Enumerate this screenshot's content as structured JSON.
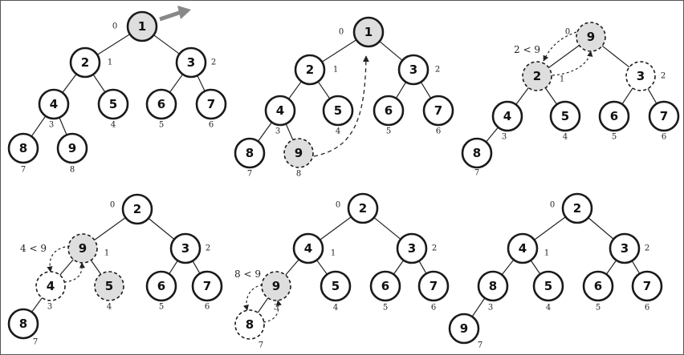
{
  "heaps": [
    {
      "values": [
        "1",
        "2",
        "3",
        "4",
        "5",
        "6",
        "7",
        "8",
        "9"
      ],
      "indices": [
        "0",
        "1",
        "2",
        "3",
        "4",
        "5",
        "6",
        "7",
        "8"
      ],
      "comparison": ""
    },
    {
      "values": [
        "1",
        "2",
        "3",
        "4",
        "5",
        "6",
        "7",
        "8",
        "9"
      ],
      "indices": [
        "0",
        "1",
        "2",
        "3",
        "4",
        "5",
        "6",
        "7",
        "8"
      ],
      "comparison": ""
    },
    {
      "values": [
        "9",
        "2",
        "3",
        "4",
        "5",
        "6",
        "7",
        "8"
      ],
      "indices": [
        "0",
        "1",
        "2",
        "3",
        "4",
        "5",
        "6",
        "7"
      ],
      "comparison": "2 < 9"
    },
    {
      "values": [
        "2",
        "9",
        "3",
        "4",
        "5",
        "6",
        "7",
        "8"
      ],
      "indices": [
        "0",
        "1",
        "2",
        "3",
        "4",
        "5",
        "6",
        "7"
      ],
      "comparison": "4 < 9"
    },
    {
      "values": [
        "2",
        "4",
        "3",
        "9",
        "5",
        "6",
        "7",
        "8"
      ],
      "indices": [
        "0",
        "1",
        "2",
        "3",
        "4",
        "5",
        "6",
        "7"
      ],
      "comparison": "8 < 9"
    },
    {
      "values": [
        "2",
        "4",
        "3",
        "8",
        "5",
        "6",
        "7",
        "9"
      ],
      "indices": [
        "0",
        "1",
        "2",
        "3",
        "4",
        "5",
        "6",
        "7"
      ],
      "comparison": ""
    }
  ],
  "colors": {
    "highlight": "#dedede",
    "arrow": "#888888",
    "stroke": "#1a1a1a"
  }
}
